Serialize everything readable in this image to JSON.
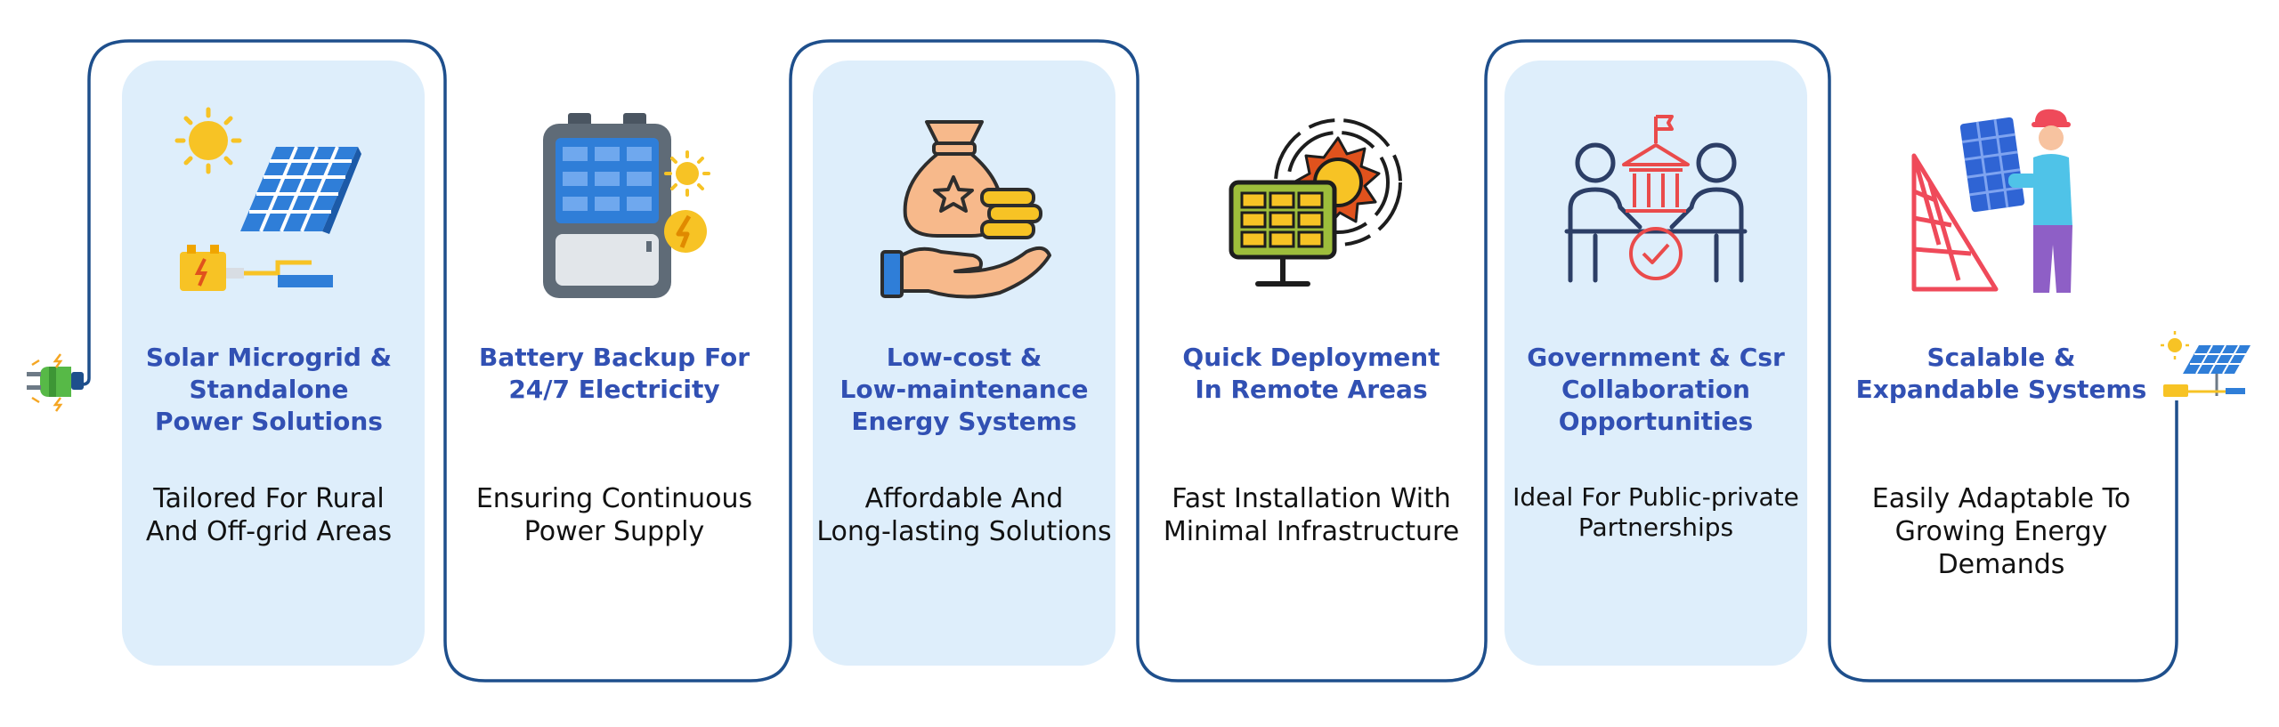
{
  "colors": {
    "wire": "#1e4f8c",
    "panel": "#deeefb",
    "title": "#3150b3",
    "text": "#111111"
  },
  "steps": [
    {
      "icon": "solar-microgrid-icon",
      "title": "Solar Microgrid &\nStandalone\nPower Solutions",
      "description": "Tailored For Rural\nAnd Off-grid Areas"
    },
    {
      "icon": "battery-backup-icon",
      "title": "Battery Backup For\n24/7 Electricity",
      "description": "Ensuring Continuous\nPower Supply"
    },
    {
      "icon": "money-bag-hand-icon",
      "title": "Low-cost &\nLow-maintenance\nEnergy Systems",
      "description": "Affordable And\nLong-lasting Solutions"
    },
    {
      "icon": "solar-panel-sun-icon",
      "title": "Quick Deployment\nIn Remote Areas",
      "description": "Fast Installation With\nMinimal Infrastructure"
    },
    {
      "icon": "government-partnership-icon",
      "title": "Government & Csr\nCollaboration\nOpportunities",
      "description": "Ideal For Public-private\nPartnerships"
    },
    {
      "icon": "solar-installer-icon",
      "title": "Scalable &\nExpandable Systems",
      "description": "Easily Adaptable To\nGrowing Energy\nDemands"
    }
  ]
}
